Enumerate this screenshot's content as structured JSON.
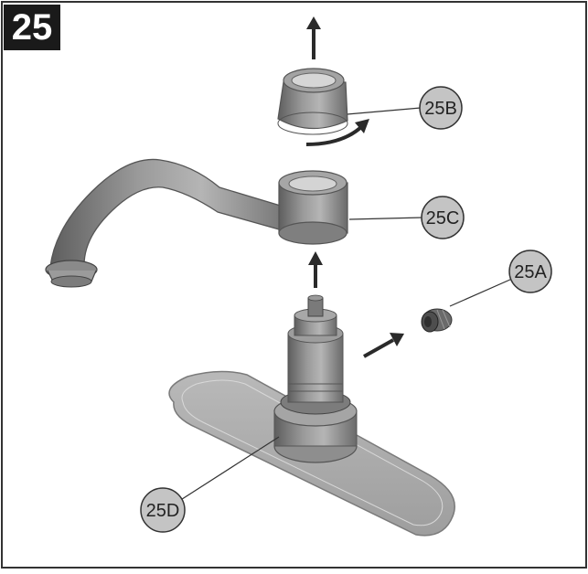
{
  "step": {
    "number": "25"
  },
  "callouts": {
    "a": "25A",
    "b": "25B",
    "c": "25C",
    "d": "25D"
  },
  "colors": {
    "border": "#333333",
    "part_dark": "#6e6e6e",
    "part_mid": "#8c8c8c",
    "part_light": "#b8b8b8",
    "callout_fill": "#c4c4c4",
    "arrow": "#2a2a2a"
  }
}
